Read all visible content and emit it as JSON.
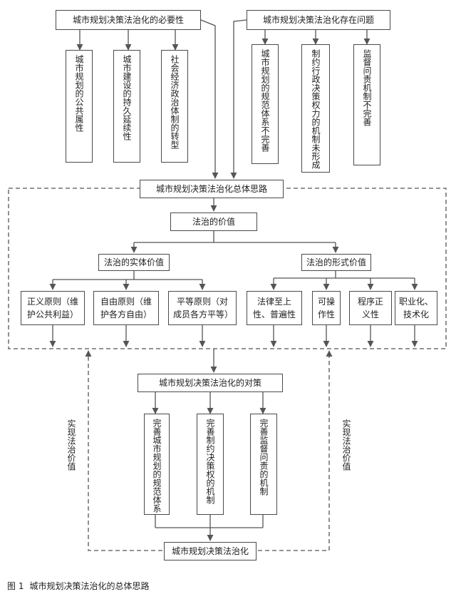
{
  "necessity": {
    "title": "城市规划决策法治化的必要性",
    "items": [
      "城市规划的公共属性",
      "城市建设的持久延续性",
      "社会经济政治体制的转型"
    ]
  },
  "problems": {
    "title": "城市规划决策法治化存在问题",
    "items": [
      "城市规划的规范体系不完善",
      "制约行政决策权力的机制未形成",
      "监督问责机制不完善"
    ]
  },
  "overall": "城市规划决策法治化总体思路",
  "value": "法治的价值",
  "substantive": {
    "title": "法治的实体价值",
    "items": [
      "正义原则（维护公共利益）",
      "自由原则（维护各方自由）",
      "平等原则（对成员各方平等）"
    ]
  },
  "formal": {
    "title": "法治的形式价值",
    "items": [
      "法律至上性、普遍性",
      "可操作性",
      "程序正义性",
      "职业化、技术化"
    ]
  },
  "countermeasures": {
    "title": "城市规划决策法治化的对策",
    "items": [
      "完善城市规划的规范体系",
      "完善制约决策权的机制",
      "完善监督问责的机制"
    ]
  },
  "final": "城市规划决策法治化",
  "side_label": "实现法治价值",
  "caption": {
    "number": "图 1",
    "text": "城市规划决策法治化的总体思路"
  }
}
